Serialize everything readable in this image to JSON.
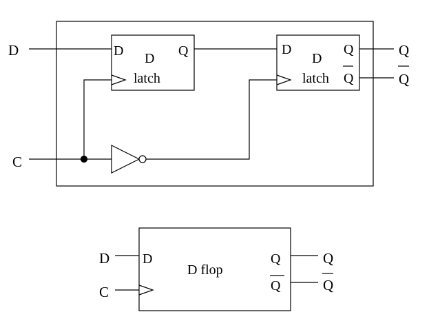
{
  "top_circuit": {
    "inputs": {
      "d": "D",
      "c": "C"
    },
    "outputs": {
      "q": "Q",
      "qbar": "Q"
    },
    "latch1": {
      "d_pin": "D",
      "q_pin": "Q",
      "title_line1": "D",
      "title_line2": "latch"
    },
    "latch2": {
      "d_pin": "D",
      "q_pin": "Q",
      "qbar_pin": "Q",
      "title_line1": "D",
      "title_line2": "latch"
    }
  },
  "bottom_symbol": {
    "title": "D flop",
    "d_pin": "D",
    "q_pin": "Q",
    "qbar_pin": "Q",
    "inputs": {
      "d": "D",
      "c": "C"
    },
    "outputs": {
      "q": "Q",
      "qbar": "Q"
    }
  }
}
